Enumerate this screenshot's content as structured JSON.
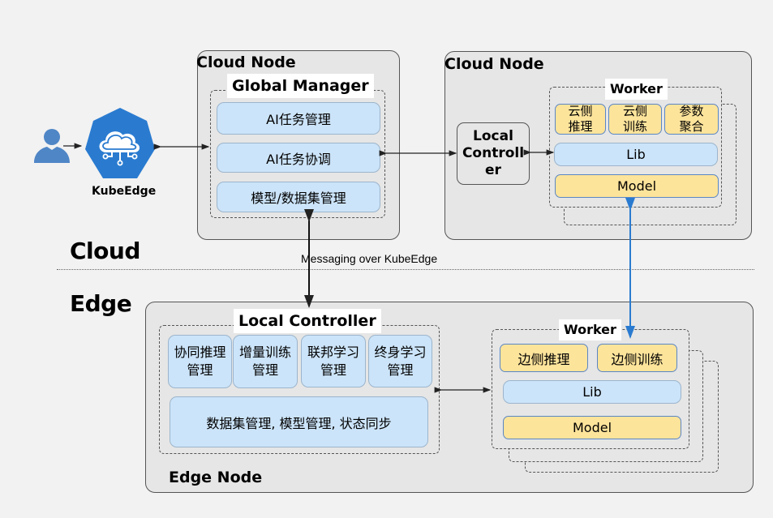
{
  "actor": {
    "icon": "user-icon"
  },
  "kubeedge": {
    "label": "KubeEdge",
    "icon": "kubeedge-cloud-icon",
    "color": "#2a7bd0"
  },
  "regions": {
    "cloud": "Cloud",
    "edge": "Edge"
  },
  "messaging_label": "Messaging over KubeEdge",
  "cloud_node_1": {
    "title": "Cloud Node",
    "global_manager": {
      "title": "Global Manager",
      "items": [
        "AI任务管理",
        "AI任务协调",
        "模型/数据集管理"
      ]
    }
  },
  "cloud_node_2": {
    "title": "Cloud Node",
    "local_controller": {
      "line1": "Local",
      "line2": "Controll",
      "line3": "er"
    },
    "worker": {
      "title": "Worker",
      "tasks": [
        {
          "line1": "云侧",
          "line2": "推理"
        },
        {
          "line1": "云侧",
          "line2": "训练"
        },
        {
          "line1": "参数",
          "line2": "聚合"
        }
      ],
      "lib": "Lib",
      "model": "Model"
    }
  },
  "edge_node": {
    "title": "Edge Node",
    "local_controller": {
      "title": "Local Controller",
      "modules": [
        {
          "line1": "协同推理",
          "line2": "管理"
        },
        {
          "line1": "增量训练",
          "line2": "管理"
        },
        {
          "line1": "联邦学习",
          "line2": "管理"
        },
        {
          "line1": "终身学习",
          "line2": "管理"
        }
      ],
      "shared": "数据集管理, 模型管理, 状态同步"
    },
    "worker": {
      "title": "Worker",
      "tasks": [
        "边侧推理",
        "边侧训练"
      ],
      "lib": "Lib",
      "model": "Model"
    }
  },
  "colors": {
    "blue_arrow": "#2a7bd0",
    "lib_fill": "#cce4f9",
    "model_fill": "#fde49b"
  }
}
